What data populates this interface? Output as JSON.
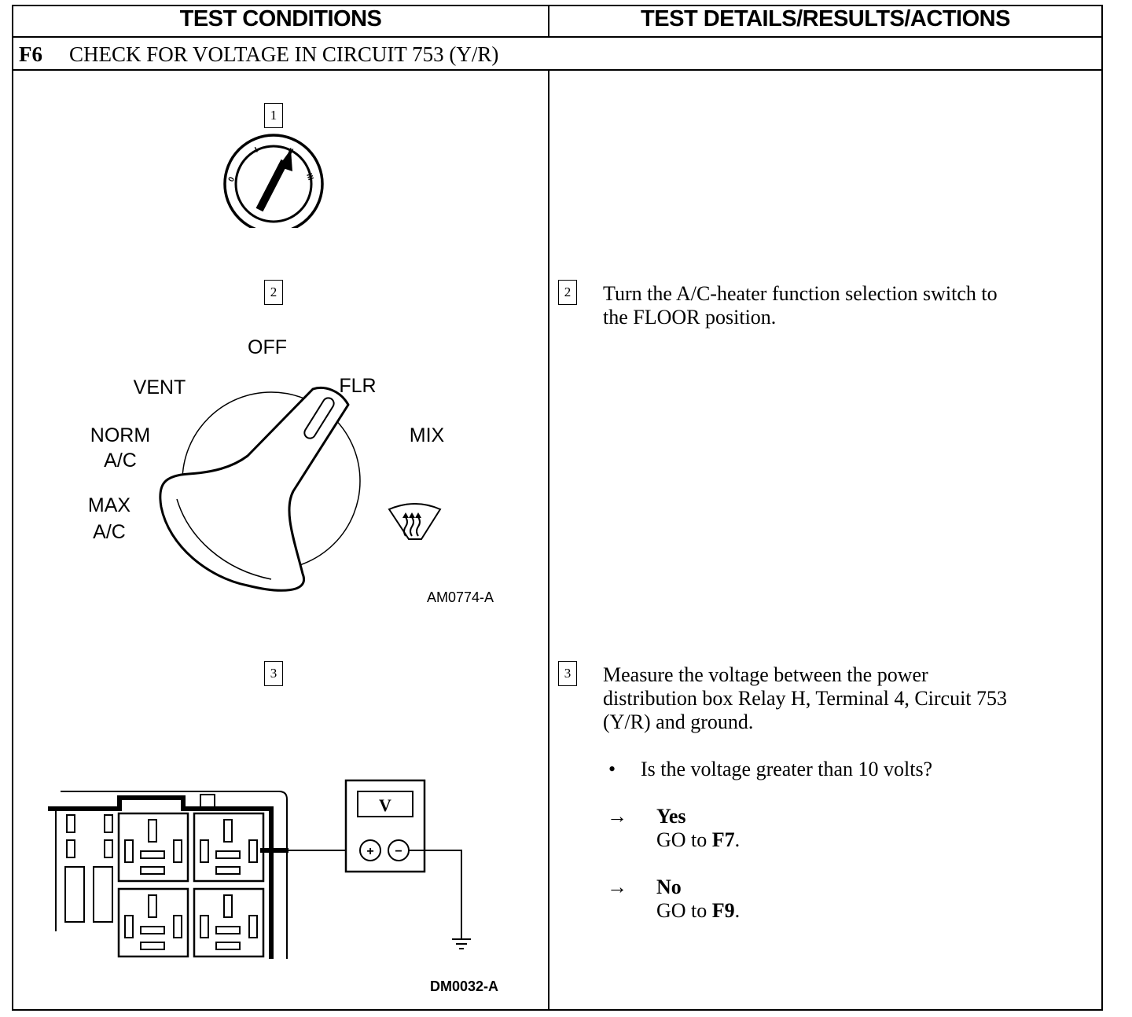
{
  "header": {
    "left": "TEST CONDITIONS",
    "right": "TEST DETAILS/RESULTS/ACTIONS"
  },
  "section": {
    "code": "F6",
    "title": "CHECK FOR VOLTAGE IN CIRCUIT 753 (Y/R)"
  },
  "steps": {
    "s1": "1",
    "s2": "2",
    "s3": "3"
  },
  "ignition_marks": {
    "p0": "0",
    "p1": "I",
    "p2": "II",
    "p3": "III"
  },
  "function_switch": {
    "off": "OFF",
    "vent": "VENT",
    "flr": "FLR",
    "norm_line1": "NORM",
    "norm_line2": "A/C",
    "max_line1": "MAX",
    "max_line2": "A/C",
    "mix": "MIX",
    "defrost_icon": "defrost-icon",
    "figure_id": "AM0774-A"
  },
  "relay_figure": {
    "meter_label": "V",
    "plus": "+",
    "minus": "−",
    "figure_id": "DM0032-A"
  },
  "details": {
    "step2_num": "2",
    "step2_text_line1": "Turn the A/C-heater function selection switch to",
    "step2_text_line2": "the FLOOR position.",
    "step3_num": "3",
    "step3_text_line1": "Measure the voltage between the power",
    "step3_text_line2": "distribution box Relay H, Terminal 4, Circuit 753",
    "step3_text_line3": "(Y/R) and ground.",
    "bullet": "•",
    "question": "Is the voltage greater than 10 volts?",
    "arrow": "→",
    "yes_label": "Yes",
    "yes_action_prefix": "GO to ",
    "yes_action_target": "F7",
    "yes_action_suffix": ".",
    "no_label": "No",
    "no_action_prefix": "GO to ",
    "no_action_target": "F9",
    "no_action_suffix": "."
  }
}
